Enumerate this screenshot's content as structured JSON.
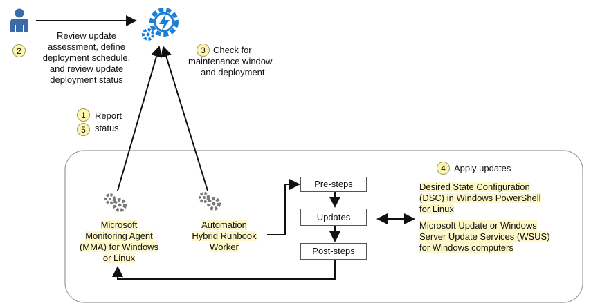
{
  "actor": {
    "icon": "person-icon"
  },
  "service": {
    "icon": "automation-gear-bolt-icon",
    "color": "#1b7fd6"
  },
  "steps": {
    "s1": "1",
    "s2": "2",
    "s3": "3",
    "s4": "4",
    "s5": "5"
  },
  "labels": {
    "review": [
      "Review update",
      "assessment, define",
      "deployment schedule,",
      "and review update",
      "deployment status"
    ],
    "check": [
      "Check for",
      "maintenance window",
      "and deployment"
    ],
    "report": [
      "Report",
      "status"
    ],
    "apply": "Apply updates"
  },
  "agents": {
    "mma": [
      "Microsoft",
      "Monitoring Agent",
      "(MMA) for Windows",
      "or Linux"
    ],
    "hybrid": [
      "Automation",
      "Hybrid Runbook",
      "Worker"
    ],
    "gear_icon": "gears-icon"
  },
  "pipeline": {
    "pre": "Pre-steps",
    "updates": "Updates",
    "post": "Post-steps"
  },
  "targets": {
    "dsc": [
      "Desired State Configuration",
      "(DSC) in Windows PowerShell",
      "for Linux"
    ],
    "wsus": [
      "Microsoft Update or Windows",
      "Server Update Services (WSUS)",
      "for Windows computers"
    ]
  },
  "colors": {
    "gear": "#7a7a7a",
    "highlight": "#fdf7c9",
    "step_fill": "#fdf4b0"
  }
}
